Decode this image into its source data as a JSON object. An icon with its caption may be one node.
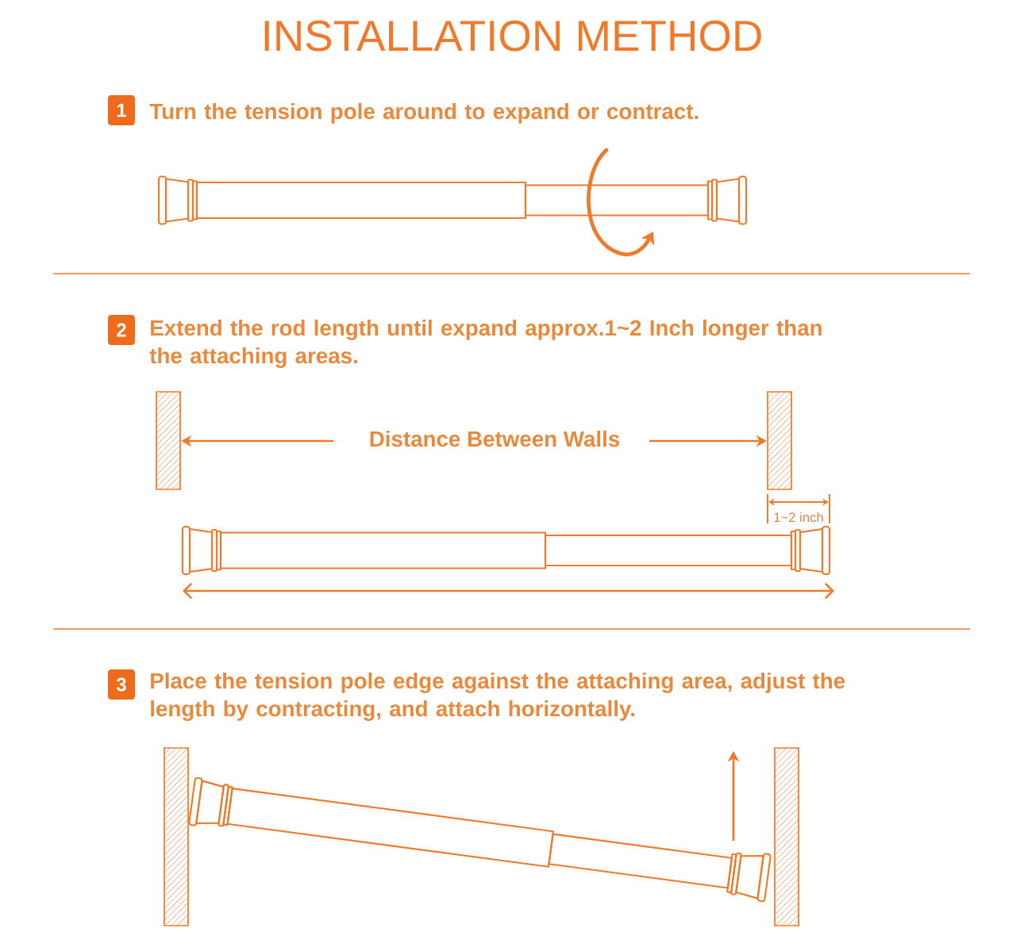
{
  "diagram": {
    "title": "INSTALLATION METHOD",
    "nodes": [
      {
        "text": [
          "1"
        ],
        "beside": [
          "Turn the tension pole around to expand or contract."
        ]
      },
      {
        "text": [
          "2"
        ],
        "beside": [
          "Extend the rod length until expand approx.1~2 Inch longer than the attaching areas."
        ]
      },
      {
        "text": [
          "3"
        ],
        "beside": [
          "Place the tension pole edge against the attaching area, adjust the length by contracting, and attach horizontally."
        ]
      }
    ],
    "labels": [
      "Distance Between Walls",
      "1~2 inch"
    ]
  }
}
